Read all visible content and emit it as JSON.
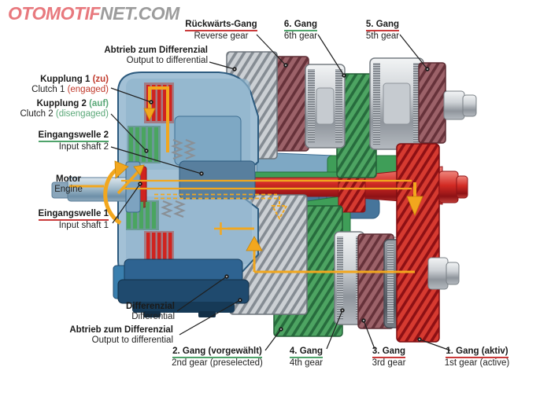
{
  "logo": {
    "part_red": "OTOMOTIF",
    "part_gray": "NET.COM"
  },
  "colors": {
    "flow_yellow": "#F2A71E",
    "shaft1_red": "#d22a24",
    "shaft2_green": "#3f9e58",
    "underline_red": "#c93a3a",
    "underline_green": "#4fa36b",
    "housing_blue": "#a3c1d6",
    "reverse_maroon": "#9c6269",
    "logo_red": "#e8797e",
    "logo_gray": "#9c9c9c"
  },
  "labels": {
    "reverse_gear": {
      "de": "Rückwärts-Gang",
      "en": "Reverse gear",
      "underline": "red"
    },
    "gear_6": {
      "de": "6. Gang",
      "en": "6th gear",
      "underline": "green"
    },
    "gear_5": {
      "de": "5. Gang",
      "en": "5th gear",
      "underline": "red"
    },
    "output_to_diff_top": {
      "de": "Abtrieb zum Differenzial",
      "en": "Output to differential"
    },
    "clutch_1": {
      "de": "Kupplung 1",
      "de_state": "(zu)",
      "en": "Clutch 1",
      "en_state": "(engaged)",
      "state_color": "red"
    },
    "clutch_2": {
      "de": "Kupplung 2",
      "de_state": "(auf)",
      "en": "Clutch 2",
      "en_state": "(disengaged)",
      "state_color": "green"
    },
    "input_shaft_2": {
      "de": "Eingangswelle 2",
      "en": "Input shaft 2",
      "underline": "green"
    },
    "motor": {
      "de": "Motor",
      "en": "Engine"
    },
    "input_shaft_1": {
      "de": "Eingangswelle 1",
      "en": "Input shaft 1",
      "underline": "red"
    },
    "differential": {
      "de": "Differenzial",
      "en": "Differential"
    },
    "output_to_diff_bottom": {
      "de": "Abtrieb zum Differenzial",
      "en": "Output to differential"
    },
    "gear_2": {
      "de": "2. Gang (vorgewählt)",
      "en": "2nd gear (preselected)",
      "underline": "green"
    },
    "gear_4": {
      "de": "4. Gang",
      "en": "4th gear",
      "underline": "green"
    },
    "gear_3": {
      "de": "3. Gang",
      "en": "3rd gear",
      "underline": "red"
    },
    "gear_1": {
      "de": "1. Gang (aktiv)",
      "en": "1st gear (active)",
      "underline": "red"
    }
  }
}
